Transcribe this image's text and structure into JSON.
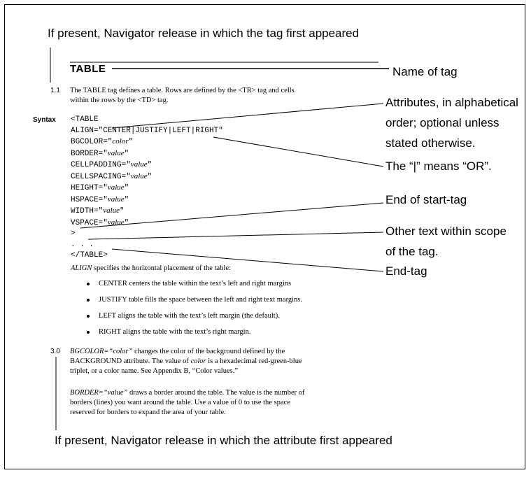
{
  "callouts": {
    "top": "If present, Navigator release in which the tag first appeared",
    "name_of_tag": "Name of tag",
    "attributes": [
      "Attributes, in alphabetical",
      "order; optional unless",
      "stated otherwise."
    ],
    "or_note": "The “|” means “OR”.",
    "end_start_tag": "End of start-tag",
    "other_text": [
      "Other text within scope",
      "of the tag."
    ],
    "end_tag": "End-tag",
    "bottom": "If present, Navigator release in which the attribute first appeared"
  },
  "doc": {
    "tag_title": "TABLE",
    "version_1": "1.1",
    "intro": [
      "The TABLE tag defines a table. Rows are defined by the <TR> tag and cells",
      "within the rows by the <TD> tag."
    ],
    "syntax_label": "Syntax",
    "syntax": {
      "open": "<TABLE",
      "align": "ALIGN=\"CENTER|JUSTIFY|LEFT|RIGHT\"",
      "attrs": [
        {
          "name": "BGCOLOR=\"",
          "value": "color",
          "close": "\""
        },
        {
          "name": "BORDER=\"",
          "value": "value",
          "close": "\""
        },
        {
          "name": "CELLPADDING=\"",
          "value": "value",
          "close": "\""
        },
        {
          "name": "CELLSPACING=\"",
          "value": "value",
          "close": "\""
        },
        {
          "name": "HEIGHT=\"",
          "value": "value",
          "close": "\""
        },
        {
          "name": "HSPACE=\"",
          "value": "value",
          "close": "\""
        },
        {
          "name": "WIDTH=\"",
          "value": "value",
          "close": "\""
        },
        {
          "name": "VSPACE=\"",
          "value": "value",
          "close": "\""
        }
      ],
      "gt": ">",
      "dots": ". . .",
      "close": "</TABLE>"
    },
    "align_desc": {
      "term": "ALIGN",
      "rest": " specifies the horizontal placement of the table:"
    },
    "bullets": [
      "CENTER centers the table within the text’s left and right margins",
      "JUSTIFY table fills the space between the left and right text margins.",
      "LEFT aligns the table with the text’s left margin (the default).",
      "RIGHT aligns the table with the text’s right margin."
    ],
    "version_3": "3.0",
    "bgcolor_desc": {
      "term": "BGCOLOR=“color”",
      "line1": " changes the color of the background defined by the",
      "line2a": "BACKGROUND attribute. The value of ",
      "line2term": "color",
      "line2b": " is a hexadecimal red-green-blue",
      "line3": "triplet, or a color name. See Appendix B, “Color values.”"
    },
    "border_desc": {
      "term": "BORDER=“value”",
      "line1": " draws a border around the table. The value is the number of",
      "line2": "borders (lines) you want around the table. Use a value of 0 to use the space",
      "line3": "reserved for borders to expand the area of your table."
    }
  }
}
